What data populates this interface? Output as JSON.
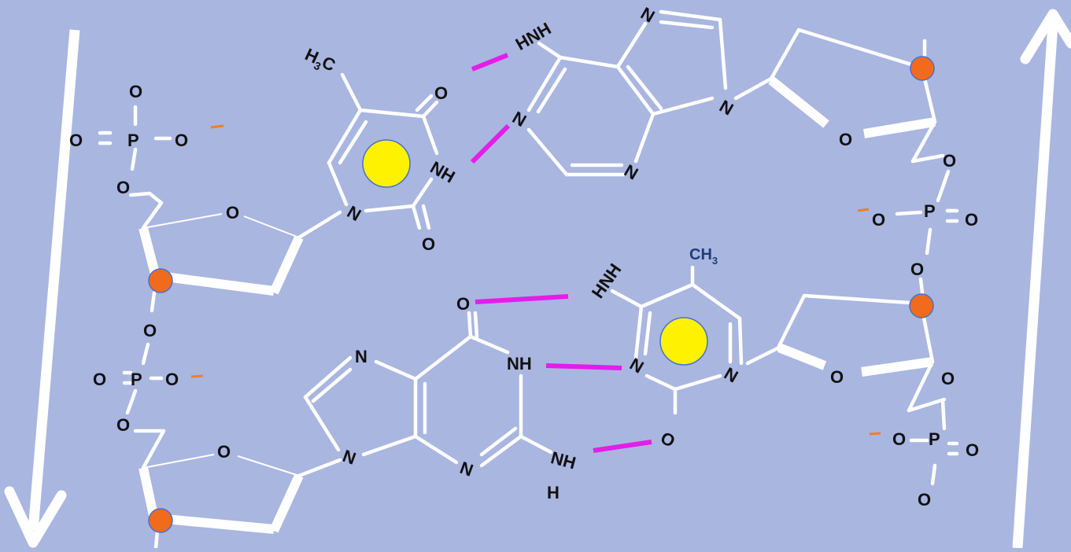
{
  "colors": {
    "background": "#a9b6e0",
    "bond": "#ffffff",
    "hydrogen_bond": "#e31ee8",
    "phosphate_marker": "#f26a1b",
    "base_marker": "#fff200",
    "charge": "#f07e26",
    "methyl_label": "#1f3d7a"
  },
  "thymine": {
    "methyl": "H",
    "methyl_sub": "3",
    "methyl_c": "C",
    "o_top": "O",
    "nh": "NH",
    "o_bottom": "O",
    "n_sugar": "N"
  },
  "adenine": {
    "amine": "HNH",
    "n1": "N",
    "n3": "N",
    "n7": "N",
    "n9": "N"
  },
  "guanine": {
    "o6": "O",
    "n1h": "NH",
    "n7": "N",
    "n9": "N",
    "n3": "N",
    "nh2_top": "NH",
    "nh2_h": "H"
  },
  "cytosine": {
    "methyl_c": "CH",
    "methyl_sub": "3",
    "amine": "HNH",
    "n3": "N",
    "n1": "N",
    "o2": "O"
  },
  "left_strand": {
    "p1": {
      "o_top": "O",
      "p": "P",
      "o_left": "O",
      "o_right": "O",
      "o_bottom": "O"
    },
    "sugar1_o": "O",
    "p2": {
      "o_top": "O",
      "p": "P",
      "o_left": "O",
      "o_right": "O",
      "o_bottom": "O"
    },
    "sugar2_o": "O"
  },
  "right_strand": {
    "sugar1_o": "O",
    "p1": {
      "o_top": "O",
      "p": "P",
      "o_left": "O",
      "o_right": "O",
      "o_bottom": "O"
    },
    "sugar2_o": "O",
    "p2": {
      "o_top": "O",
      "p": "P",
      "o_left": "O",
      "o_right": "O",
      "o_bottom": "O"
    }
  }
}
